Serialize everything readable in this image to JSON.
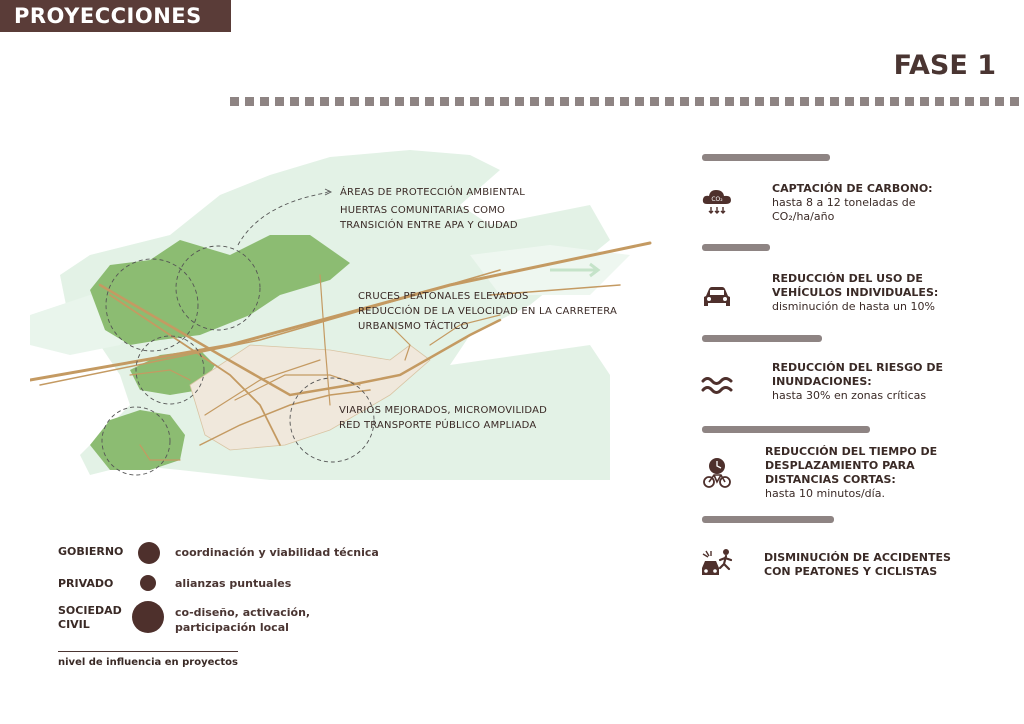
{
  "header": {
    "title": "PROYECCIONES",
    "phase": "FASE 1"
  },
  "map_notes": {
    "apa_line1": "ÁREAS DE PROTECCIÓN AMBIENTAL",
    "apa_line2": "HUERTAS COMUNITARIAS COMO",
    "apa_line3": "TRANSICIÓN ENTRE APA Y CIUDAD",
    "cruces_line1": "CRUCES PEATONALES ELEVADOS",
    "cruces_line2": "REDUCCIÓN DE LA VELOCIDAD EN LA CARRETERA",
    "cruces_line3": "URBANISMO TÁCTICO",
    "viarios_line1": "VIARIOS MEJORADOS, MICROMOVILIDAD",
    "viarios_line2": "RED TRANSPORTE PÚBLICO AMPLIADA"
  },
  "legend": {
    "rows": [
      {
        "actor": "GOBIERNO",
        "desc1": "coordinación y viabilidad técnica",
        "desc2": ""
      },
      {
        "actor": "PRIVADO",
        "desc1": "alianzas puntuales",
        "desc2": ""
      },
      {
        "actor_line1": "SOCIEDAD",
        "actor_line2": "CIVIL",
        "desc1": "co-diseño, activación,",
        "desc2": "participación local"
      }
    ],
    "footer": "nivel de influencia en proyectos"
  },
  "indicators": [
    {
      "icon": "co2-cloud-icon",
      "title1": "CAPTACIÓN DE CARBONO:",
      "desc1": "hasta 8 a 12 toneladas de",
      "desc2": "CO₂/ha/año"
    },
    {
      "icon": "car-icon",
      "title1": "REDUCCIÓN DEL USO DE",
      "title2": "VEHÍCULOS INDIVIDUALES:",
      "desc1": "disminución de hasta un 10%"
    },
    {
      "icon": "waves-icon",
      "title1": "REDUCCIÓN DEL RIESGO DE",
      "title2": "INUNDACIONES:",
      "desc1": "hasta 30% en zonas críticas"
    },
    {
      "icon": "clock-bike-icon",
      "title1": "REDUCCIÓN DEL TIEMPO DE",
      "title2": "DESPLAZAMIENTO PARA",
      "title3": "DISTANCIAS CORTAS:",
      "desc1": "hasta 10 minutos/día."
    },
    {
      "icon": "accident-icon",
      "title1": "DISMINUCIÓN DE ACCIDENTES",
      "title2": "CON PEATONES Y CICLISTAS"
    }
  ],
  "icon_labels": {
    "co2": "CO₂"
  },
  "colors": {
    "brown": "#5a3c38",
    "green": "#8cbc72",
    "light_green": "#e3f2e6",
    "road": "#c49a62"
  }
}
